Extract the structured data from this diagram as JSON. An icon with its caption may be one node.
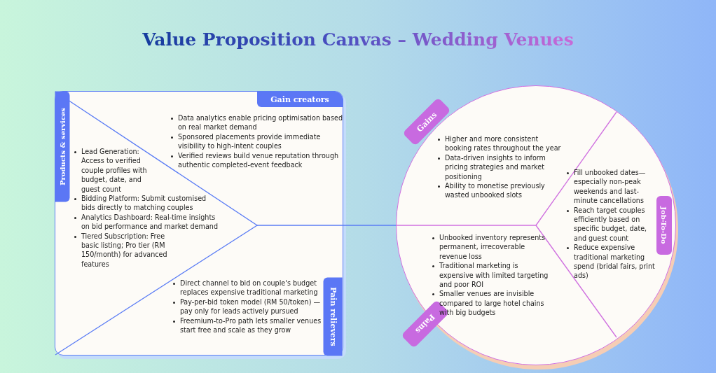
{
  "diagram": {
    "title": "Value Proposition Canvas – Wedding Venues",
    "nodes": [
      {
        "text": [],
        "shape": "box"
      },
      {
        "text": [
          "Products & services",
          "Lead Generation: Access to verified couple profiles with budget, date, and guest count",
          "Bidding Platform: Submit customised bids directly to matching couples",
          "Analytics Dashboard: Real-time insights on bid performance and market demand",
          "Tiered Subscription: Free basic listing; Pro tier (RM 150/month) for advanced features"
        ],
        "in": 0
      },
      {
        "text": [
          "Gain creators",
          "Data analytics enable pricing optimisation based on real market demand",
          "Sponsored placements provide immediate visibility to high-intent couples",
          "Verified reviews build venue reputation through authentic completed-event feedback"
        ],
        "in": 0
      },
      {
        "text": [
          "Pain relievers",
          "Direct channel to bid on couple's budget replaces expensive traditional marketing",
          "Pay-per-bid token model (RM 50/token) — pay only for leads actively pursued",
          "Freemium-to-Pro path lets smaller venues start free and scale as they grow"
        ],
        "in": 0
      },
      {
        "text": [],
        "shape": "circle"
      },
      {
        "text": [
          "Gains",
          "Higher and more consistent booking rates throughout the year",
          "Data-driven insights to inform pricing strategies and market positioning",
          "Ability to monetise previously wasted unbooked slots"
        ],
        "in": 4
      },
      {
        "text": [
          "Job-To-Do",
          "Fill unbooked dates—especially non-peak weekends and last-minute cancellations",
          "Reach target couples efficiently based on specific budget, date, and guest count",
          "Reduce expensive traditional marketing spend (bridal fairs, print ads)"
        ],
        "in": 4
      },
      {
        "text": [
          "Pains",
          "Unbooked inventory represents permanent, irrecoverable revenue loss",
          "Traditional marketing is expensive with limited targeting and poor ROI",
          "Smaller venues are invisible compared to large hotel chains with big budgets"
        ],
        "in": 4
      }
    ],
    "edges": [
      {
        "from": 0,
        "to": 4,
        "arrow": "none"
      }
    ]
  }
}
